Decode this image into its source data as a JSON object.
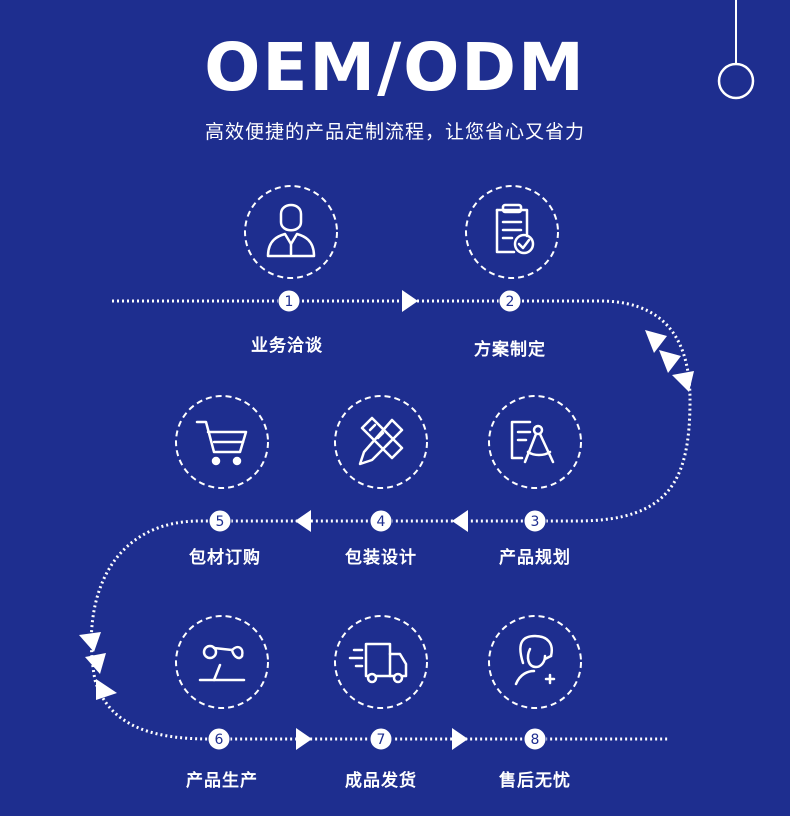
{
  "header": {
    "title": "OEM/ODM",
    "subtitle": "高效便捷的产品定制流程，让您省心又省力"
  },
  "colors": {
    "background": "#1e2e8f",
    "foreground": "#ffffff"
  },
  "steps": [
    {
      "number": "1",
      "label": "业务洽谈",
      "icon": "businessman-icon"
    },
    {
      "number": "2",
      "label": "方案制定",
      "icon": "clipboard-check-icon"
    },
    {
      "number": "3",
      "label": "产品规划",
      "icon": "document-compass-icon"
    },
    {
      "number": "4",
      "label": "包装设计",
      "icon": "pencil-ruler-icon"
    },
    {
      "number": "5",
      "label": "包材订购",
      "icon": "shopping-cart-icon"
    },
    {
      "number": "6",
      "label": "产品生产",
      "icon": "robot-arm-icon"
    },
    {
      "number": "7",
      "label": "成品发货",
      "icon": "delivery-truck-icon"
    },
    {
      "number": "8",
      "label": "售后无忧",
      "icon": "customer-service-icon"
    }
  ]
}
